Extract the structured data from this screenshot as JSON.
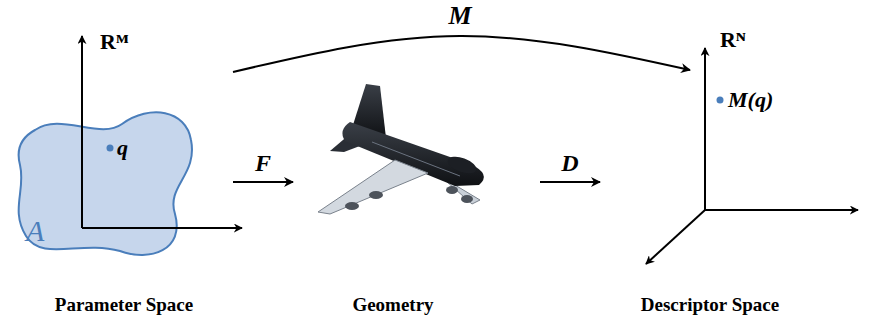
{
  "diagram": {
    "nodes": [
      {
        "text": [
          "Rᴹ",
          "q",
          "A",
          "Parameter Space"
        ]
      },
      {
        "text": [
          "Geometry"
        ]
      },
      {
        "text": [
          "Rᴺ",
          "M(q)",
          "Descriptor Space"
        ]
      }
    ],
    "edges": [
      {
        "from": 0,
        "to": 1,
        "arrow": "to",
        "label": "F"
      },
      {
        "from": 1,
        "to": 2,
        "arrow": "to",
        "label": "D"
      },
      {
        "from": 0,
        "to": 2,
        "arrow": "to",
        "label": "M"
      }
    ]
  }
}
